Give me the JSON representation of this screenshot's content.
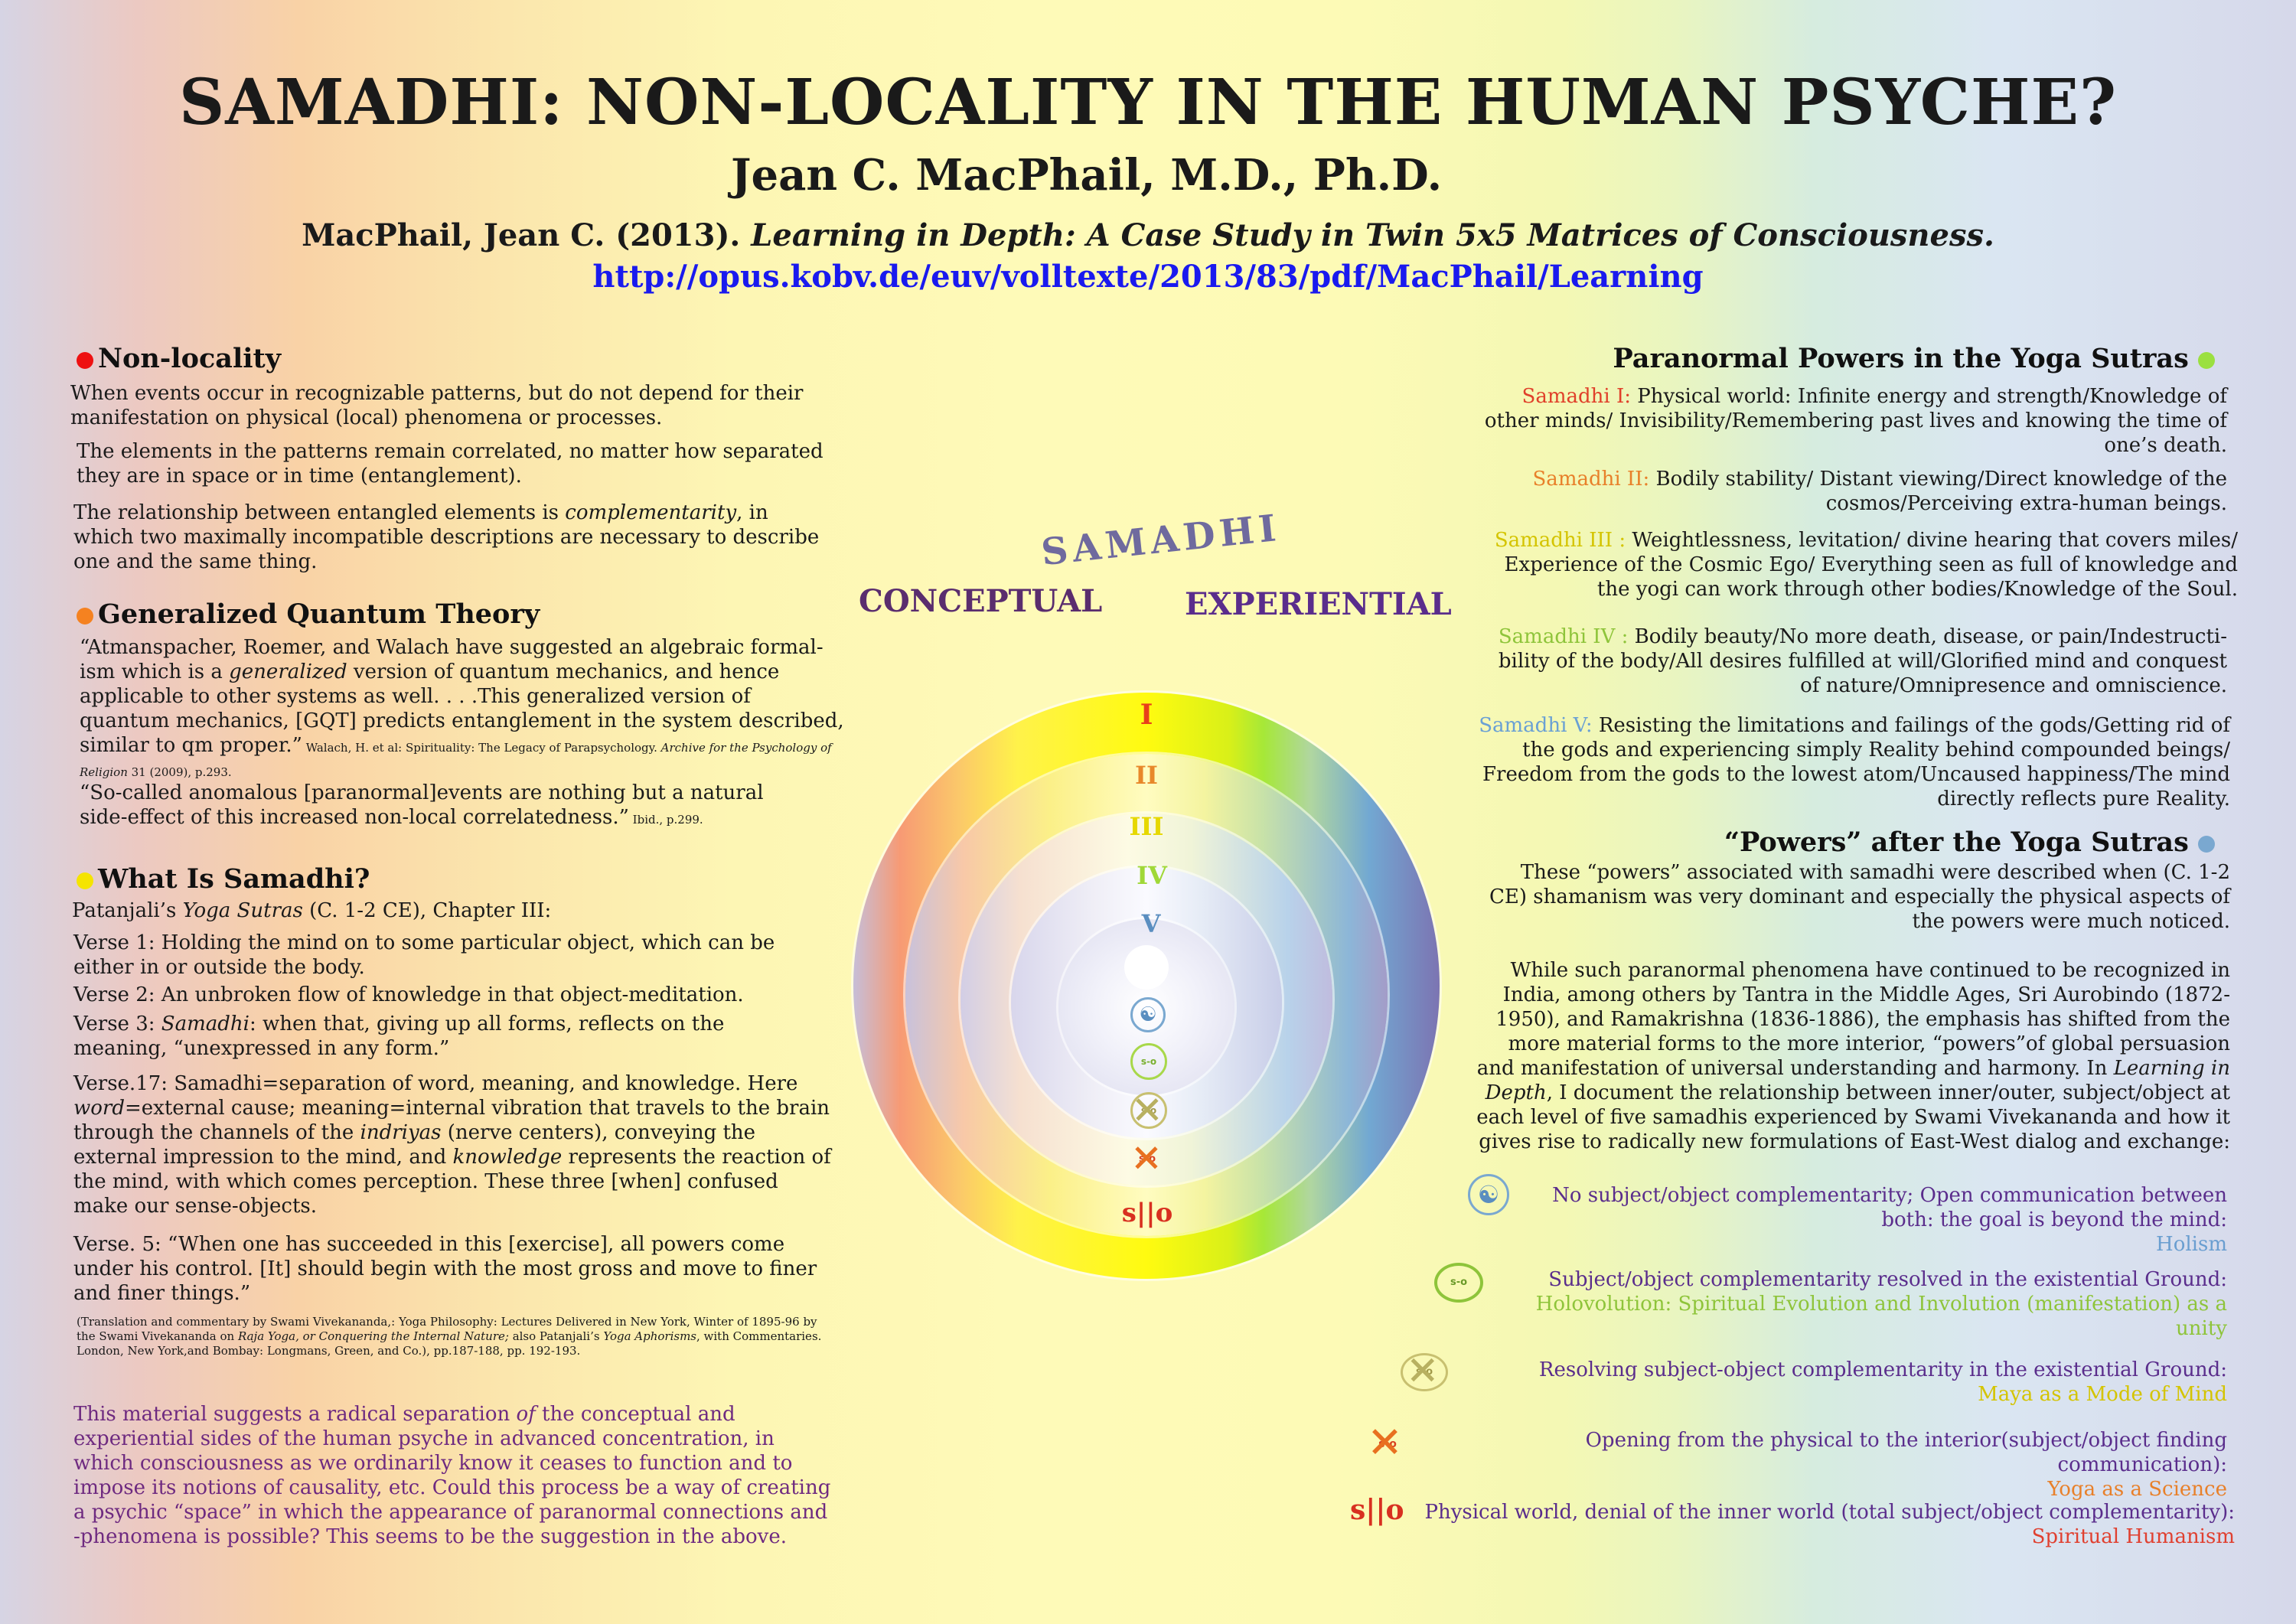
{
  "header": {
    "title": "SAMADHI: NON-LOCALITY IN THE HUMAN PSYCHE?",
    "author": "Jean C. MacPhail, M.D., Ph.D.",
    "citation_plain": "MacPhail, Jean C. (2013). ",
    "citation_italic": "Learning in Depth: A Case Study in Twin 5x5 Matrices of Consciousness.",
    "url": "http://opus.kobv.de/euv/volltexte/2013/83/pdf/MacPhail/Learning"
  },
  "left": {
    "nonlocality": {
      "heading": "Non-locality",
      "p1": "When events occur in recognizable patterns, but do not depend for their manifestation on physical (local) phenomena or processes.",
      "p2": "The elements in the patterns remain correlated, no matter how separated they are in space or in time (entanglement).",
      "p3a": "The relationship between entangled elements is ",
      "p3i": "complementarity",
      "p3b": ", in which two maximally incompatible descriptions are necessary to describe one and the  same thing."
    },
    "gqt": {
      "heading": "Generalized Quantum Theory",
      "q1a": "“Atmanspacher, Roemer, and Walach have suggested an algebraic formal-ism which is a ",
      "q1i": "generalized",
      "q1b": " version of quantum mechanics, and hence applicable to other systems as well. . . .This generalized version of quantum mechanics, [GQT] predicts entanglement in the system described, similar to qm proper.”",
      "ref1a": "  Walach, H. et al: Spirituality: The Legacy of  Parapsychology. ",
      "ref1i": "Archive for the Psychology of  Religion",
      "ref1b": " 31 (2009), p.293.",
      "q2": "“So-called anomalous [paranormal]events are nothing but a natural side-effect of this increased non-local correlatedness.”",
      "ref2": " Ibid., p.299."
    },
    "whatis": {
      "heading": "What Is Samadhi?",
      "intro_a": "Patanjali’s ",
      "intro_i": "Yoga Sutras",
      "intro_b": "  (C. 1-2 CE), Chapter III:",
      "v1": "Verse 1: Holding the mind on to some particular object, which can be either in or outside the body.",
      "v2": "Verse 2: An unbroken flow of knowledge in that object-meditation.",
      "v3a": "Verse 3: ",
      "v3i": "Samadhi",
      "v3b": ": when that, giving up all forms, reflects on the meaning, “unexpressed in any form.”",
      "v17a": "Verse.17: Samadhi=separation of word, meaning, and knowledge. Here ",
      "v17i1": "word",
      "v17b": "=external cause; meaning=internal vibration that travels to the brain through the channels of the ",
      "v17i2": "indriyas",
      "v17c": " (nerve centers), conveying the external impression to the mind, and ",
      "v17i3": "knowledge",
      "v17d": " represents the reaction  of the mind, with which comes perception. These three [when] confused make our sense-objects.",
      "v5": "Verse. 5: “When one has succeeded in this [exercise], all powers come under his control. [It] should begin with the most gross and move to finer and finer things.”",
      "ref_a": " (Translation and commentary by Swami Vivekananda,: Yoga Philosophy: Lectures Delivered in New York, Winter of 1895-96 by the Swami Vivekananda on ",
      "ref_i1": "Raja Yoga, or Conquering the Internal Nature;",
      "ref_b": " also Patanjali’s ",
      "ref_i2": "Yoga Aphorisms",
      "ref_c": ", with Commentaries. London,  New York,and Bombay: Longmans, Green, and Co.), pp.187-188, pp. 192-193."
    },
    "conclusion_a": "This material suggests a radical separation ",
    "conclusion_i": "of",
    "conclusion_b": " the conceptual and experiential sides of the human psyche in advanced concentration, in which consciousness as we ordinarily know it ceases to function and to impose its notions of causality, etc. Could this process be a way of creating a psychic “space” in which the appearance of paranormal connections and -phenomena is possible? This seems to be the suggestion in the above."
  },
  "center": {
    "samadhi": "SAMADHI",
    "conceptual": "CONCEPTUAL",
    "experiential": "EXPERIENTIAL",
    "numerals": [
      "I",
      "II",
      "III",
      "IV",
      "V"
    ],
    "s_o": "s||o",
    "s_o_small": "s-o"
  },
  "right": {
    "powers_heading": "Paranormal Powers in the Yoga Sutras",
    "samadhis": [
      {
        "label": "Samadhi I:",
        "text": "   Physical world:  Infinite    energy and strength/Knowledge of other minds/ Invisibility/Remembering past lives and knowing the time of one’s death."
      },
      {
        "label": "Samadhi II:",
        "text": "     Bodily stability/ Distant viewing/Direct knowledge of the cosmos/Perceiving extra-human beings."
      },
      {
        "label": "Samadhi III :",
        "text": "    Weightlessness, levitation/ divine hearing that covers miles/ Experience of the Cosmic Ego/ Everything seen as full of knowledge and the yogi can work through other bodies/Knowledge of the Soul."
      },
      {
        "label": "Samadhi IV  :",
        "text": "  Bodily beauty/No more death, disease, or pain/Indestructi-bility of the body/All desires fulfilled at will/Glorified mind and conquest of  nature/Omnipresence and omniscience."
      },
      {
        "label": "Samadhi V:",
        "text": "     Resisting the limitations and failings of the gods/Getting rid of the gods and experiencing simply Reality behind compounded beings/ Freedom from the gods to the lowest atom/Uncaused happiness/The mind directly reflects pure Reality."
      }
    ],
    "after_heading": "“Powers” after the Yoga Sutras",
    "after_p1": "These “powers” associated with samadhi were described when (C. 1-2 CE) shamanism was very dominant and especially the physical aspects of the powers were much noticed.",
    "after_p2a": "While such paranormal phenomena have continued to be recognized in India, among others by Tantra in the Middle Ages, Sri Aurobindo (1872-1950), and Ramakrishna (1836-1886), the emphasis has shifted from the more material forms to the more interior, “powers”of global persuasion and manifestation of universal understanding and harmony. In ",
    "after_p2i": "Learning in Depth",
    "after_p2b": ", I document the relationship between inner/outer, subject/object at each level of five samadhis experienced by Swami Vivekananda and how it gives rise to radically new formulations of East-West dialog and exchange:",
    "legend": [
      {
        "text": "No subject/object  complementarity; Open communication between both: the goal is beyond the mind:",
        "sub": "Holism"
      },
      {
        "text": "Subject/object complementarity resolved in the existential Ground:",
        "sub": "Holovolution: Spiritual Evolution and Involution (manifestation) as a unity"
      },
      {
        "text": "Resolving subject-object complementarity in the existential Ground:",
        "sub": "Maya as a Mode of Mind"
      },
      {
        "text": "Opening from the physical to the interior(subject/object finding communication):",
        "sub": "Yoga as a Science"
      },
      {
        "text": "Physical world, denial of the inner world     (total subject/object complementarity):",
        "sub": "Spiritual Humanism"
      }
    ]
  },
  "colors": {
    "dot_red": "#ee1111",
    "dot_orange": "#f58220",
    "dot_yellow": "#f5e400",
    "dot_green": "#9be040",
    "dot_blue": "#7aa8d0",
    "samadhi1": "#e0402a",
    "samadhi2": "#e8802a",
    "samadhi3": "#d4c400",
    "samadhi4": "#8ec43a",
    "samadhi5": "#6aa0d4",
    "holism": "#6a9ed0",
    "holovolution": "#8ec43a",
    "maya": "#d4c400",
    "yoga": "#e8802a",
    "humanism": "#e04030"
  }
}
